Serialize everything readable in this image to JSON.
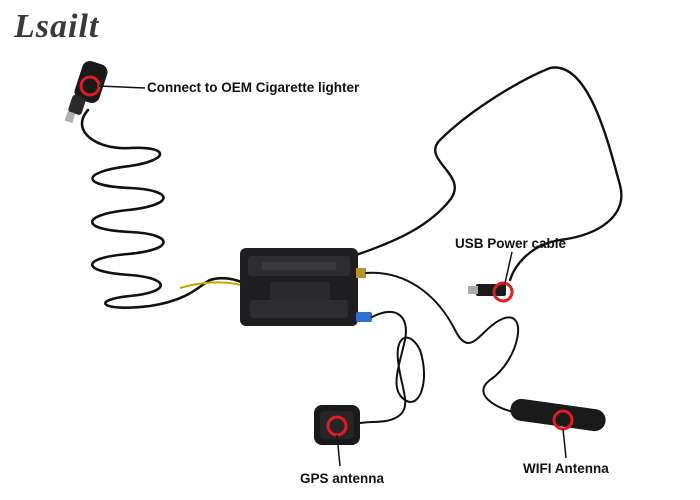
{
  "brand": {
    "logo_text": "Lsailt"
  },
  "labels": {
    "lighter": "Connect to OEM Cigarette lighter",
    "usb": "USB Power cable",
    "gps": "GPS antenna",
    "wifi": "WIFI Antenna"
  },
  "colors": {
    "marker": "#e01b24",
    "cable": "#111111",
    "device_body": "#1e1e20",
    "connector_blue": "#2f6fd0",
    "connector_gold": "#b8912a"
  }
}
